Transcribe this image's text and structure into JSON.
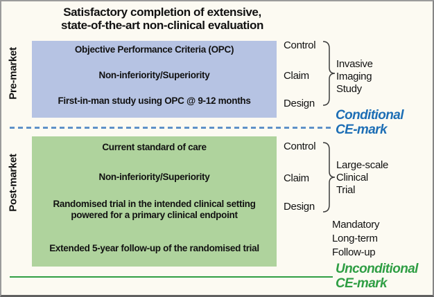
{
  "title": "Satisfactory completion of extensive,\nstate-of-the-art non-clinical evaluation",
  "colors": {
    "pre_market_box": "#b6c3e3",
    "post_market_box": "#afd39d",
    "conditional_accent": "#1d6eb5",
    "unconditional_accent": "#2f9e44"
  },
  "pre_market": {
    "side_label": "Pre-market",
    "box_items": [
      "Objective Performance Criteria (OPC)",
      "Non-inferiority/Superiority",
      "First-in-man study using OPC @ 9-12 months"
    ],
    "row_labels": [
      "Control",
      "Claim",
      "Design"
    ],
    "brace_label": "Invasive\nImaging\nStudy",
    "mark_label": "Conditional\nCE-mark"
  },
  "post_market": {
    "side_label": "Post-market",
    "box_items": [
      "Current standard of care",
      "Non-inferiority/Superiority",
      "Randomised trial in the intended clinical setting\npowered for a primary clinical endpoint",
      "Extended 5-year follow-up of the randomised trial"
    ],
    "row_labels": [
      "Control",
      "Claim",
      "Design"
    ],
    "brace_label": "Large-scale\nClinical\nTrial",
    "follow_up_note": "Mandatory\nLong-term\nFollow-up",
    "mark_label": "Unconditional\nCE-mark"
  }
}
